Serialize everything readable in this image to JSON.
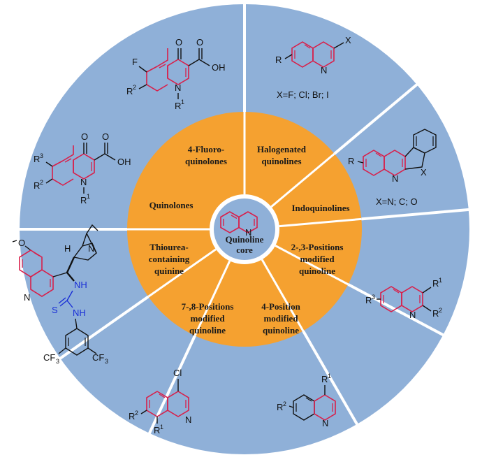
{
  "colors": {
    "outer_ring": "#8fb0d8",
    "inner_ring": "#f5a130",
    "core": "#8fb0d8",
    "divider": "#ffffff",
    "ring_bond": "#d81f4a",
    "bond": "#111111",
    "thiourea": "#1a2fd6"
  },
  "core": {
    "label_line1": "Quinoline",
    "label_line2": "core",
    "atom_n": "N"
  },
  "categories": [
    {
      "line1": "4-Fluoro-",
      "line2": "quinolones",
      "line3": ""
    },
    {
      "line1": "Halogenated",
      "line2": "quinolines",
      "line3": ""
    },
    {
      "line1": "Indoquinolines",
      "line2": "",
      "line3": ""
    },
    {
      "line1": "2-,3-Positions",
      "line2": "modified",
      "line3": "quinoline"
    },
    {
      "line1": "4-Position",
      "line2": "modified",
      "line3": "quinoline"
    },
    {
      "line1": "7-,8-Positions",
      "line2": "modified",
      "line3": "quinoline"
    },
    {
      "line1": "Thiourea-",
      "line2": "containing",
      "line3": "quinine"
    },
    {
      "line1": "Quinolones",
      "line2": "",
      "line3": ""
    }
  ],
  "structures": {
    "fluoroquinolone": {
      "f": "F",
      "o": "O",
      "oh": "OH",
      "r2": "R",
      "r2sup": "2",
      "n": "N",
      "r1": "R",
      "r1sup": "1"
    },
    "halogenated": {
      "r": "R",
      "x": "X",
      "n": "N",
      "caption": "X=F; Cl; Br; I"
    },
    "indoquinoline": {
      "r": "R",
      "n": "N",
      "x": "X",
      "caption": "X=N; C; O"
    },
    "pos23": {
      "r3": "R",
      "r3sup": "3",
      "r1": "R",
      "r1sup": "1",
      "r2": "R",
      "r2sup": "2",
      "n": "N"
    },
    "pos4": {
      "r1": "R",
      "r1sup": "1",
      "r2": "R",
      "r2sup": "2",
      "n": "N"
    },
    "pos78": {
      "cl": "Cl",
      "r2": "R",
      "r2sup": "2",
      "r1": "R",
      "r1sup": "1",
      "n": "N"
    },
    "thiourea": {
      "o": "O",
      "h": "H",
      "n_ring": "N",
      "n_quin": "N",
      "nh1": "NH",
      "nh2": "NH",
      "s": "S",
      "cf3_left": "CF",
      "cf3_right": "CF",
      "cf3_sub": "3"
    },
    "quinolone": {
      "o": "O",
      "oh": "OH",
      "r3": "R",
      "r3sup": "3",
      "r2": "R",
      "r2sup": "2",
      "n": "N",
      "r1": "R",
      "r1sup": "1"
    }
  }
}
